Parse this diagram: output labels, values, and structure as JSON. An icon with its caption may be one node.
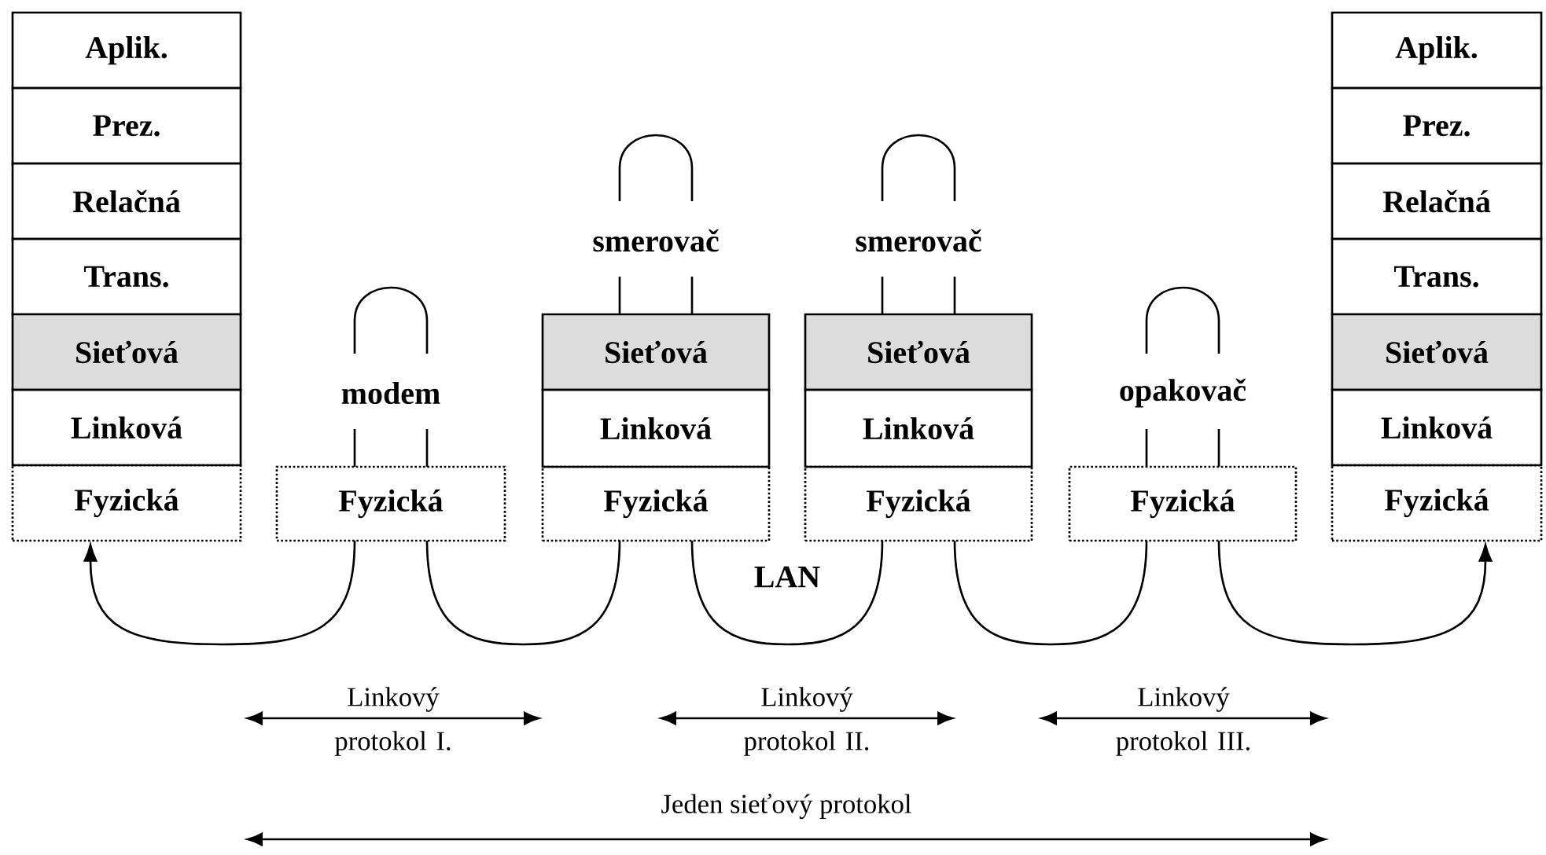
{
  "diagram": {
    "nodes": [
      {
        "text": [
          "Aplik."
        ]
      },
      {
        "text": [
          "Prez."
        ]
      },
      {
        "text": [
          "Relačná"
        ]
      },
      {
        "text": [
          "Trans."
        ]
      },
      {
        "text": [
          "Sieťová"
        ]
      },
      {
        "text": [
          "Linková"
        ]
      },
      {
        "text": [
          "Fyzická"
        ]
      },
      {
        "text": [
          "Fyzická"
        ],
        "beside": [
          "modem"
        ]
      },
      {
        "text": [
          "Sieťová"
        ],
        "beside": [
          "smerovač"
        ]
      },
      {
        "text": [
          "Linková"
        ]
      },
      {
        "text": [
          "Fyzická"
        ]
      },
      {
        "text": [
          "Sieťová"
        ],
        "beside": [
          "smerovač"
        ]
      },
      {
        "text": [
          "Linková"
        ]
      },
      {
        "text": [
          "Fyzická"
        ]
      },
      {
        "text": [
          "Fyzická"
        ],
        "beside": [
          "opakovač"
        ]
      },
      {
        "text": [
          "Aplik."
        ]
      },
      {
        "text": [
          "Prez."
        ]
      },
      {
        "text": [
          "Relačná"
        ]
      },
      {
        "text": [
          "Trans."
        ]
      },
      {
        "text": [
          "Sieťová"
        ]
      },
      {
        "text": [
          "Linková"
        ]
      },
      {
        "text": [
          "Fyzická"
        ]
      }
    ],
    "edges": [
      {
        "from": 7,
        "to": 6,
        "arrow": "to"
      },
      {
        "from": 7,
        "to": 10,
        "arrow": "none"
      },
      {
        "from": 10,
        "to": 13,
        "arrow": "none",
        "label": "LAN"
      },
      {
        "from": 13,
        "to": 14,
        "arrow": "none"
      },
      {
        "from": 14,
        "to": 21,
        "arrow": "to"
      }
    ],
    "labels": [
      "Linkový protokol I.",
      "Linkový protokol II.",
      "Linkový protokol III.",
      "Jeden sieťový protokol"
    ]
  }
}
